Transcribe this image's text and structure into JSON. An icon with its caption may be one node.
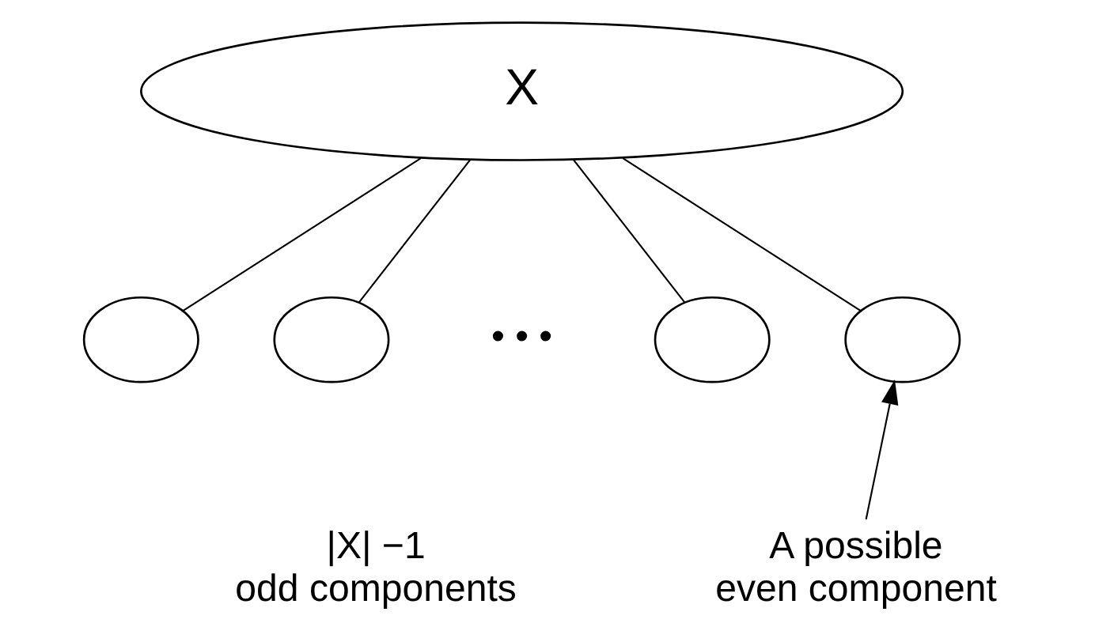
{
  "diagram": {
    "nodes": [
      {
        "text": [
          "X"
        ]
      },
      {
        "text": [],
        "shape": "ellipse"
      },
      {
        "text": [],
        "shape": "ellipse"
      },
      {
        "text": [],
        "shape": "ellipse"
      },
      {
        "text": [],
        "shape": "ellipse"
      },
      {
        "text": [
          "A possible even component"
        ]
      }
    ],
    "edges": [
      {
        "from": 0,
        "to": 1,
        "arrow": "none"
      },
      {
        "from": 0,
        "to": 2,
        "arrow": "none"
      },
      {
        "from": 0,
        "to": 3,
        "arrow": "none"
      },
      {
        "from": 0,
        "to": 4,
        "arrow": "none"
      },
      {
        "from": 5,
        "to": 4,
        "arrow": "to"
      }
    ],
    "labels": [
      "• • •",
      "|X| −1 odd components"
    ]
  }
}
